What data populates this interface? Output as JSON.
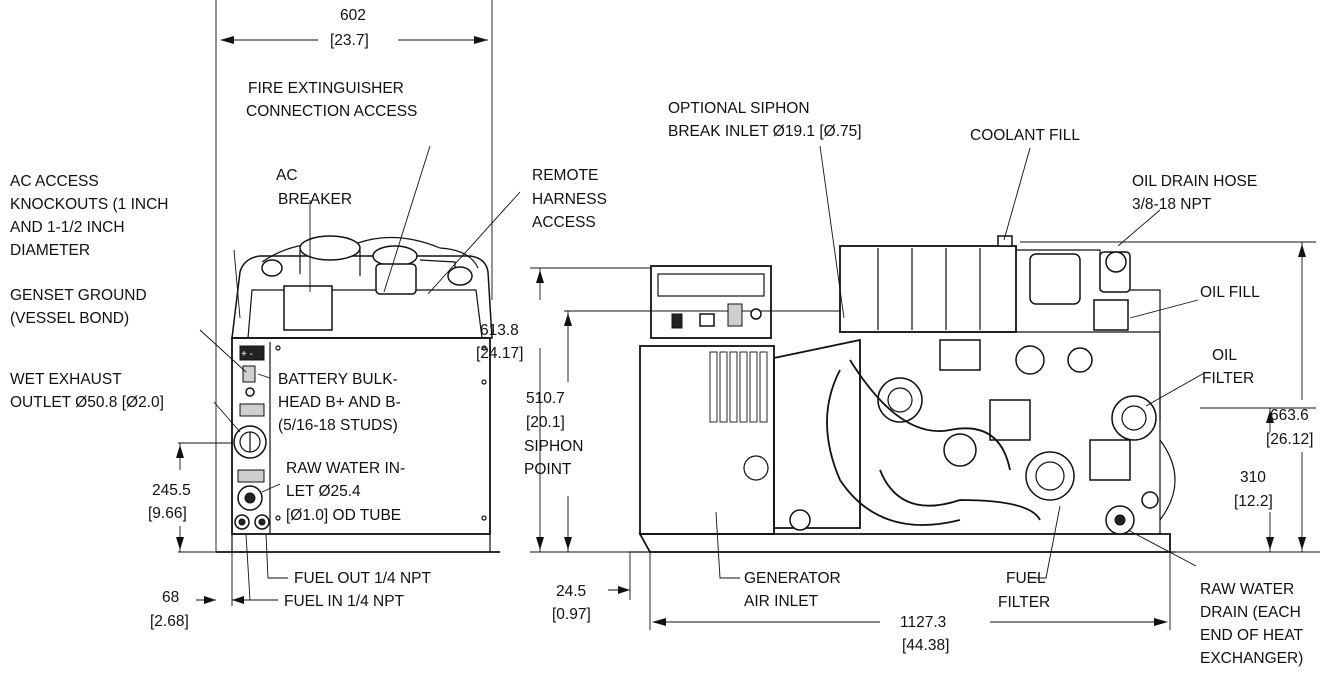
{
  "labels": {
    "width_mm": "602",
    "width_in": "[23.7]",
    "fire_ext_1": "FIRE EXTINGUISHER",
    "fire_ext_2": "CONNECTION ACCESS",
    "ac_breaker_1": "AC",
    "ac_breaker_2": "BREAKER",
    "remote_1": "REMOTE",
    "remote_2": "HARNESS",
    "remote_3": "ACCESS",
    "ac_knock_1": "AC ACCESS",
    "ac_knock_2": "KNOCKOUTS (1 INCH",
    "ac_knock_3": "AND 1-1/2 INCH",
    "ac_knock_4": "DIAMETER",
    "genset_1": "GENSET  GROUND",
    "genset_2": "(VESSEL BOND)",
    "wet_1": "WET EXHAUST",
    "wet_2": "OUTLET Ø50.8 [Ø2.0]",
    "battery_1": "BATTERY BULK-",
    "battery_2": "HEAD B+ AND B-",
    "battery_3": "(5/16-18 STUDS)",
    "raw_in_1": "RAW WATER IN-",
    "raw_in_2": "LET Ø25.4",
    "raw_in_3": "[Ø1.0] OD TUBE",
    "h245_mm": "245.5",
    "h245_in": "[9.66]",
    "d68_mm": "68",
    "d68_in": "[2.68]",
    "fuel_out": "FUEL OUT 1/4 NPT",
    "fuel_in": "FUEL IN 1/4 NPT",
    "siphon_1": "OPTIONAL SIPHON",
    "siphon_2": "BREAK INLET Ø19.1 [Ø.75]",
    "coolant": "COOLANT FILL",
    "oil_drain_1": "OIL DRAIN HOSE",
    "oil_drain_2": "3/8-18 NPT",
    "oil_fill": "OIL FILL",
    "oil_filter_1": "OIL",
    "oil_filter_2": "FILTER",
    "h613_mm": "613.8",
    "h613_in": "[24.17]",
    "h510_mm": "510.7",
    "h510_in": "[20.1]",
    "siphon_pt_1": "SIPHON",
    "siphon_pt_2": "POINT",
    "h663_mm": "663.6",
    "h663_in": "[26.12]",
    "h310_mm": "310",
    "h310_in": "[12.2]",
    "d24_mm": "24.5",
    "d24_in": "[0.97]",
    "gen_air_1": "GENERATOR",
    "gen_air_2": "AIR INLET",
    "fuel_filter_1": "FUEL",
    "fuel_filter_2": "FILTER",
    "len_mm": "1127.3",
    "len_in": "[44.38]",
    "raw_drain_1": "RAW WATER",
    "raw_drain_2": "DRAIN (EACH",
    "raw_drain_3": "END OF HEAT",
    "raw_drain_4": "EXCHANGER)"
  }
}
